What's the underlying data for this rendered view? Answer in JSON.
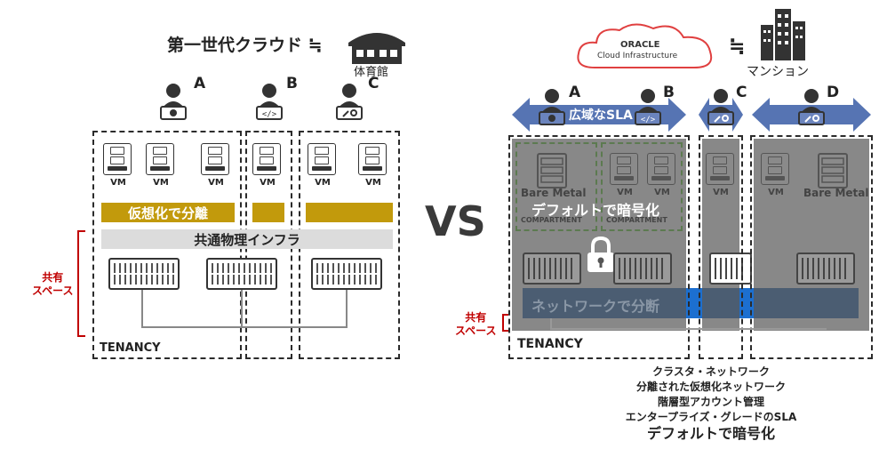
{
  "left": {
    "title": "第一世代クラウド ≒",
    "gym_label": "体育館",
    "users": [
      "A",
      "B",
      "C"
    ],
    "vm_label": "VM",
    "virtualization_label": "仮想化で分離",
    "shared_infra_label": "共通物理インフラ",
    "shared_space_label_1": "共有",
    "shared_space_label_2": "スペース",
    "tenancy_label": "TENANCY"
  },
  "center": {
    "vs_label": "VS"
  },
  "right": {
    "oracle_line1": "ORACLE",
    "oracle_line2": "Cloud Infrastructure",
    "mansion_label": "マンション",
    "approx_symbol": "≒",
    "users": [
      "A",
      "B",
      "C",
      "D"
    ],
    "sla_label": "広域なSLA",
    "bare_metal_label": "Bare Metal",
    "vm_label": "VM",
    "compartment_label": "COMPARTMENT",
    "encryption_label": "デフォルトで暗号化",
    "network_label": "ネットワークで分断",
    "shared_space_label_1": "共有",
    "shared_space_label_2": "スペース",
    "tenancy_label": "TENANCY"
  },
  "features": [
    "クラスタ・ネットワーク",
    "分離された仮想化ネットワーク",
    "階層型アカウント管理",
    "エンタープライズ・グレードのSLA"
  ],
  "features_emphasis": "デフォルトで暗号化",
  "colors": {
    "gold": "#C29A0C",
    "light_grey_bar": "#dcdcdc",
    "arrow_blue": "#5674b3",
    "net_blue": "#4b5d72",
    "net_bright": "#1c6fd0",
    "red": "#c00000"
  }
}
